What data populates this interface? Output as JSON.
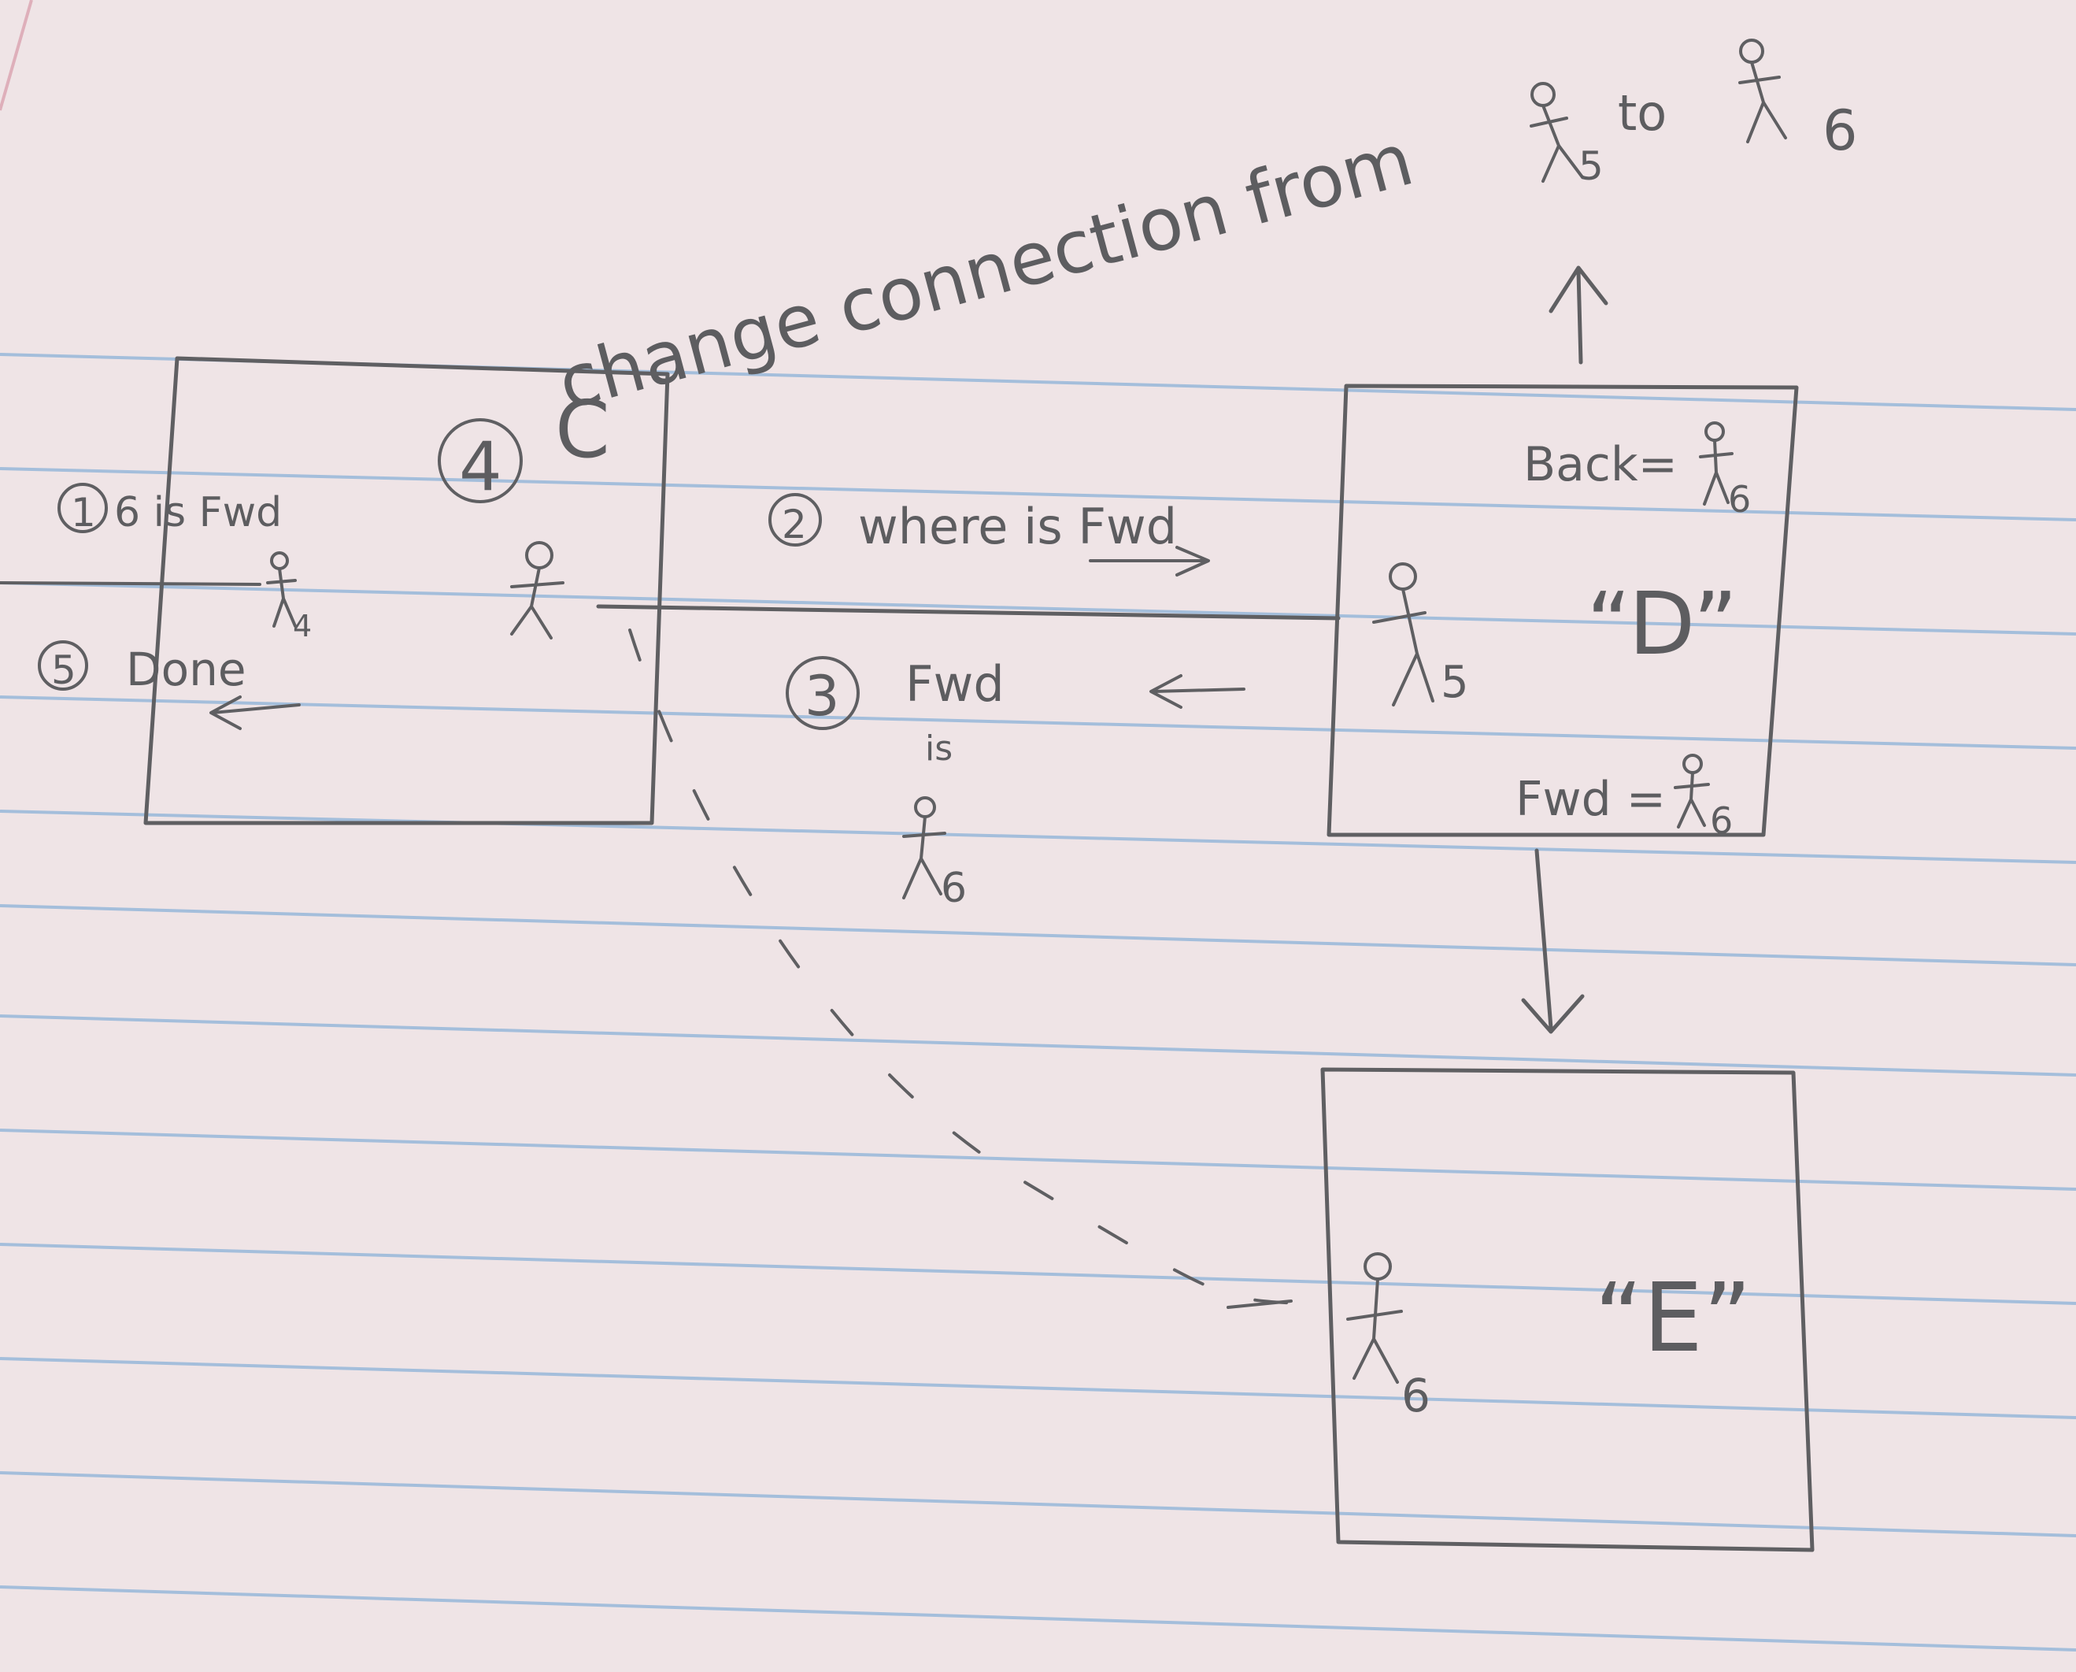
{
  "title_note": {
    "prefix": "change connection from",
    "node_from": "5",
    "joiner": "to",
    "node_to": "6"
  },
  "box_c": {
    "circled_number": "4",
    "letter": "C",
    "step_1": {
      "number": "1",
      "text": "6 is Fwd"
    },
    "step_5": {
      "number": "5",
      "text": "Done"
    },
    "small_node": "4"
  },
  "messages": {
    "step_2": {
      "number": "2",
      "text": "where is Fwd"
    },
    "step_3": {
      "number": "3",
      "text": "Fwd",
      "text_line2": "is",
      "node": "6"
    }
  },
  "box_d": {
    "label": "“D”",
    "back_label": "Back=",
    "back_node": "6",
    "fwd_label": "Fwd =",
    "fwd_node": "6",
    "node": "5"
  },
  "box_e": {
    "label": "“E”",
    "node": "6"
  }
}
